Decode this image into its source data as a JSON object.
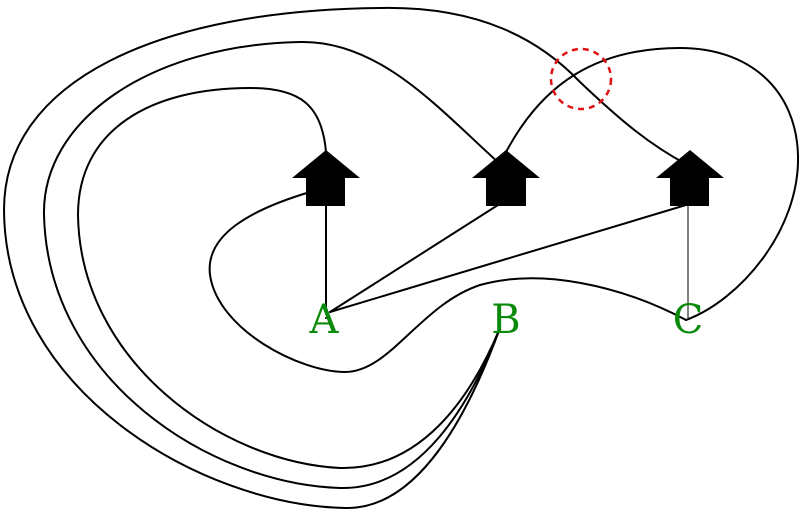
{
  "houses": [
    {
      "id": "house-1"
    },
    {
      "id": "house-2"
    },
    {
      "id": "house-3"
    }
  ],
  "utilities": [
    {
      "id": "A",
      "label": "A"
    },
    {
      "id": "B",
      "label": "B"
    },
    {
      "id": "C",
      "label": "C"
    }
  ],
  "colors": {
    "line": "#000000",
    "house": "#000000",
    "label": "#0a8a0a",
    "crossing_marker": "#e01010"
  },
  "crossing_marker": {
    "shape": "dashed-circle",
    "meaning": "edge crossing"
  }
}
